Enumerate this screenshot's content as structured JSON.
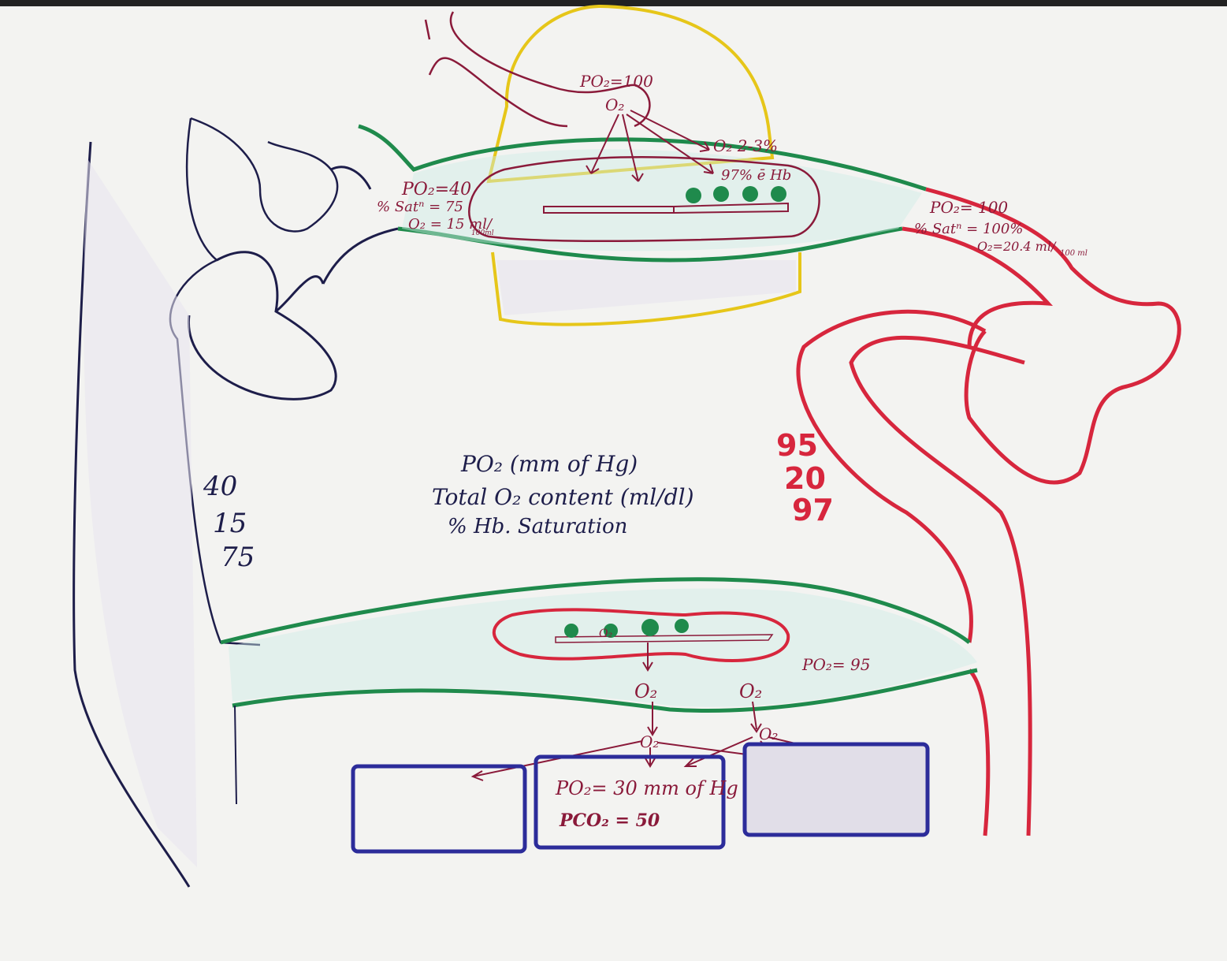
{
  "alveolus": {
    "po2": "PO₂=100",
    "o2": "O₂",
    "dissolved": "O₂ 2-3%",
    "bound": "97% ē Hb"
  },
  "venous_entry": {
    "po2": "PO₂=40",
    "sat": "% Satⁿ = 75",
    "o2": "O₂ = 15 ml/",
    "o2_unit": "100ml"
  },
  "arterial_exit": {
    "po2": "PO₂= 100",
    "sat": "% Satⁿ = 100%",
    "o2": "O₂=20.4 ml/",
    "o2_unit": "100 ml"
  },
  "legend": {
    "venous_values": [
      "40",
      "15",
      "75"
    ],
    "labels": [
      "PO₂ (mm of Hg)",
      "Total O₂ content (ml/dl)",
      "% Hb. Saturation"
    ],
    "arterial_values": [
      "95",
      "20",
      "97"
    ]
  },
  "tissue_capillary": {
    "rbc_o2": "O₂",
    "po2": "PO₂= 95",
    "o2_left": "O₂",
    "o2_right": "O₂",
    "o2_mid_left": "O₂",
    "o2_mid_right": "O₂"
  },
  "tissue_cell": {
    "po2": "PO₂= 30 mm of Hg",
    "pco2": "PCO₂ = 50"
  },
  "colors": {
    "vein": "#1d1d4a",
    "artery": "#d7263d",
    "capillary_wall": "#1f8a4c",
    "alveolus": "#e6c619",
    "rbc": "#8a1a3a",
    "cell": "#2c2c9a"
  }
}
